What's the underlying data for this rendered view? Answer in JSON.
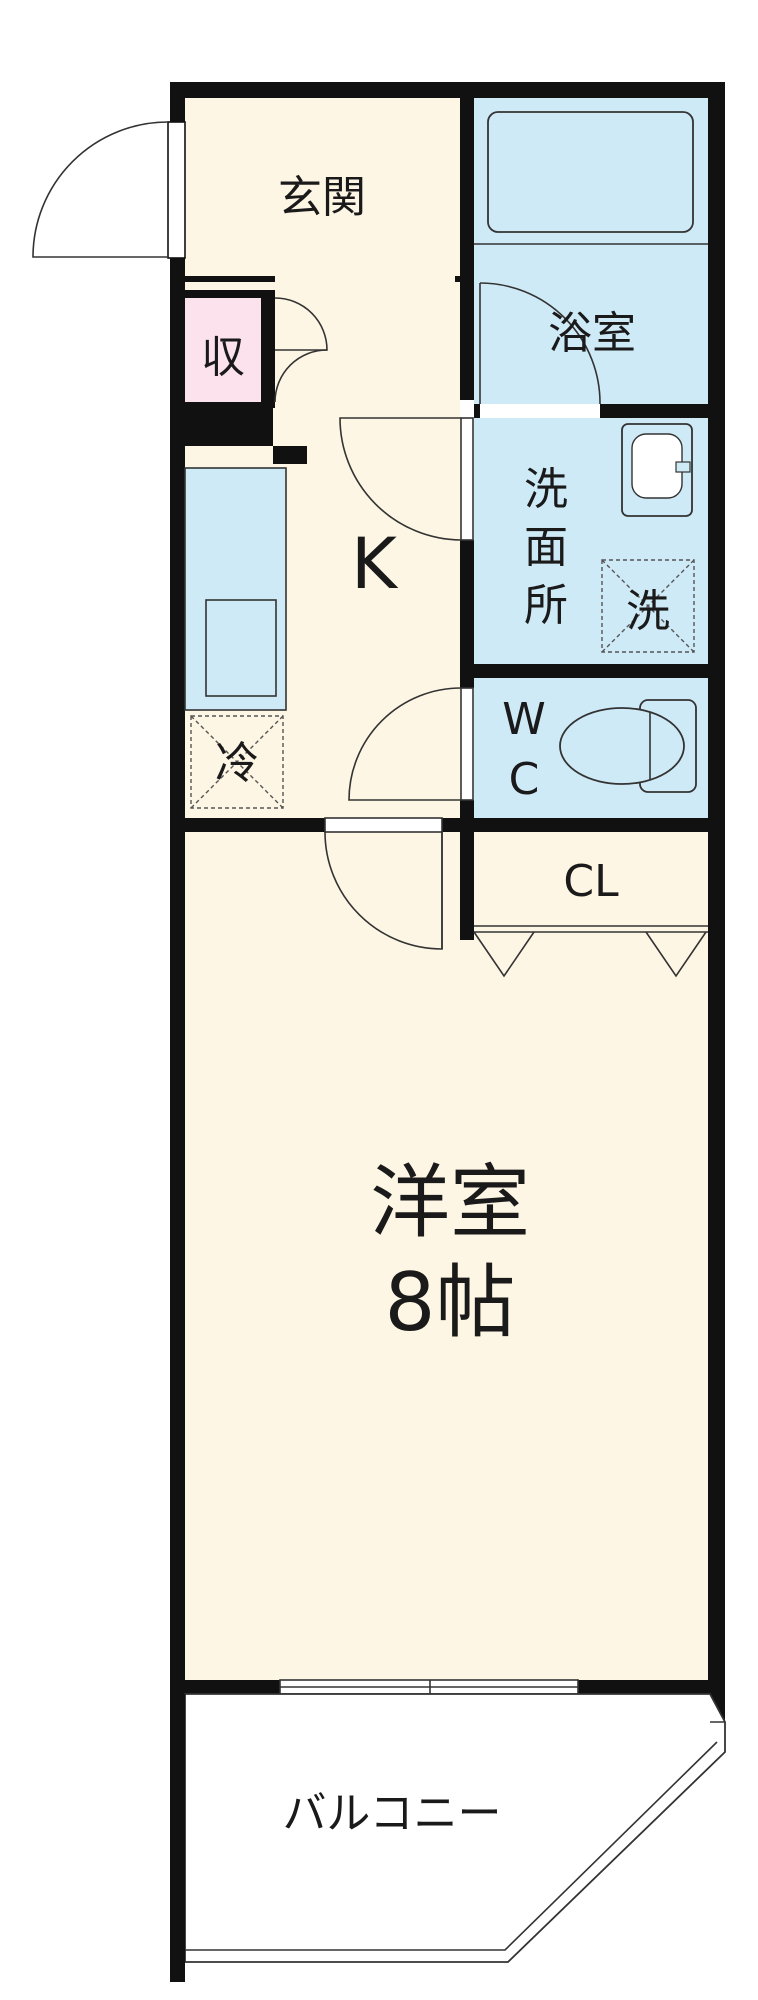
{
  "rooms": {
    "genkan": "玄関",
    "storage": "収",
    "bath": "浴室",
    "washroom_chars": [
      "洗",
      "面",
      "所"
    ],
    "washer": "洗",
    "kitchen": "K",
    "fridge": "冷",
    "wc_chars": [
      "W",
      "C"
    ],
    "closet": "CL",
    "western_room": "洋室",
    "western_room_size": "8帖",
    "balcony": "バルコニー"
  },
  "colors": {
    "cream": "#fdf6e4",
    "blue": "#cfeaf7",
    "pink": "#fbe2ec",
    "wall": "#111111"
  }
}
